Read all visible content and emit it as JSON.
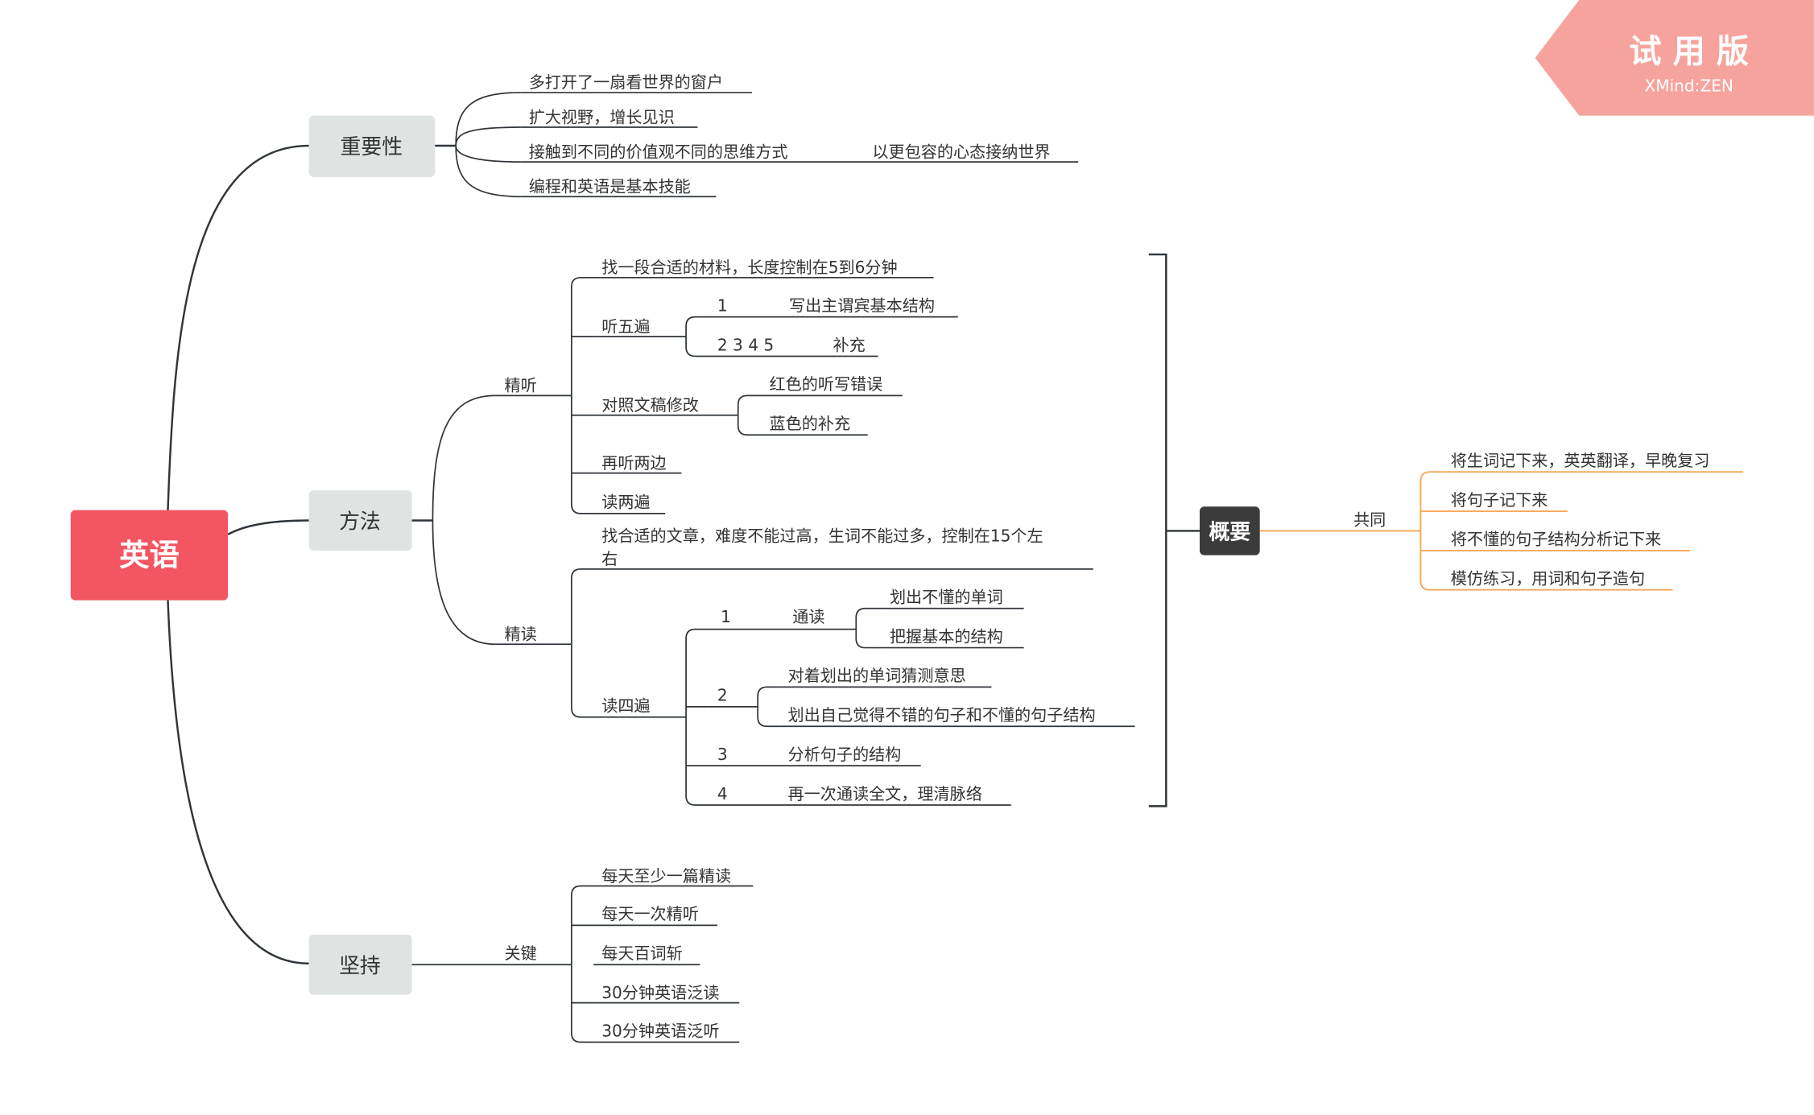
{
  "watermark": {
    "title": "试 用 版",
    "subtitle": "XMind:ZEN"
  },
  "central": {
    "label": "英语"
  },
  "branch_importance": {
    "label": "重要性",
    "items": [
      "多打开了一扇看世界的窗户",
      "扩大视野，增长见识",
      "接触到不同的价值观不同的思维方式",
      "编程和英语是基本技能"
    ],
    "sub_item": "以更包容的心态接纳世界"
  },
  "branch_method": {
    "label": "方法",
    "listening": {
      "label": "精听",
      "step1": "找一段合适的材料，长度控制在5到6分钟",
      "step2": {
        "label": "听五遍",
        "n1": "1",
        "n1_text": "写出主谓宾基本结构",
        "n2": "2 3 4 5",
        "n2_text": "补充"
      },
      "step3": {
        "label": "对照文稿修改",
        "red": "红色的听写错误",
        "blue": "蓝色的补充"
      },
      "step4": "再听两边",
      "step5": "读两遍"
    },
    "reading": {
      "label": "精读",
      "step1_line1": "找合适的文章，难度不能过高，生词不能过多，控制在15个左",
      "step1_line2": "右",
      "step2": {
        "label": "读四遍",
        "p1": "1",
        "p1_label": "通读",
        "p1_a": "划出不懂的单词",
        "p1_b": "把握基本的结构",
        "p2": "2",
        "p2_a": "对着划出的单词猜测意思",
        "p2_b": "划出自己觉得不错的句子和不懂的句子结构",
        "p3": "3",
        "p3_text": "分析句子的结构",
        "p4": "4",
        "p4_text": "再一次通读全文，理清脉络"
      }
    }
  },
  "summary": {
    "label": "概要",
    "common": "共同",
    "items": [
      "将生词记下来，英英翻译，早晚复习",
      "将句子记下来",
      "将不懂的句子结构分析记下来",
      "模仿练习，用词和句子造句"
    ]
  },
  "branch_persist": {
    "label": "坚持",
    "key": "关键",
    "items": [
      "每天至少一篇精读",
      "每天一次精听",
      "每天百词斩",
      "30分钟英语泛读",
      "30分钟英语泛听"
    ]
  },
  "colors": {
    "central": "#f45562",
    "branch_bg": "#dfe4e3",
    "line": "#2f353a",
    "summary_bg": "#3b3b3b",
    "summary_line": "#f5a85a",
    "watermark": "#f7a39d"
  }
}
